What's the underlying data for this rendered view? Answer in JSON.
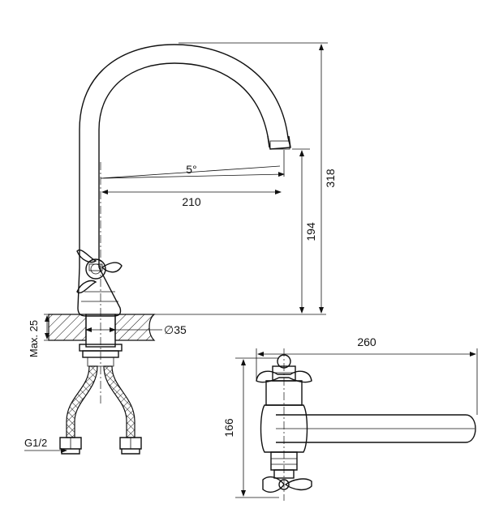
{
  "dimensions": {
    "spout_angle": "5°",
    "reach": "210",
    "spout_height": "194",
    "total_height": "318",
    "max_thickness": "Max. 25",
    "hole_diameter": "∅35",
    "thread": "G1/2",
    "length": "260",
    "width": "166"
  }
}
